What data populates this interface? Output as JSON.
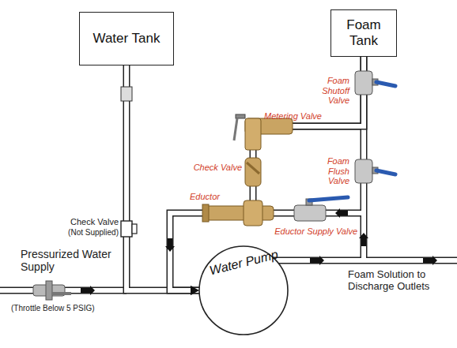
{
  "diagram": {
    "nodes": [
      {
        "text": [
          "Water Tank"
        ]
      },
      {
        "text": [
          "Foam Tank"
        ]
      },
      {
        "text": [
          "Water Pump"
        ]
      }
    ],
    "edges": [
      {
        "from": 0,
        "to": 2,
        "arrow": "to"
      },
      {
        "from": 1,
        "to": 2,
        "arrow": "to"
      }
    ],
    "labels": [
      "Foam Shutoff Valve",
      "Metering Valve",
      "Check Valve",
      "Foam Flush Valve",
      "Eductor",
      "Check Valve",
      "(Not Supplied)",
      "Eductor Supply Valve",
      "Pressurized Water Supply",
      "(Throttle Below 5 PSIG)",
      "Foam Solution to Discharge Outlets"
    ]
  }
}
